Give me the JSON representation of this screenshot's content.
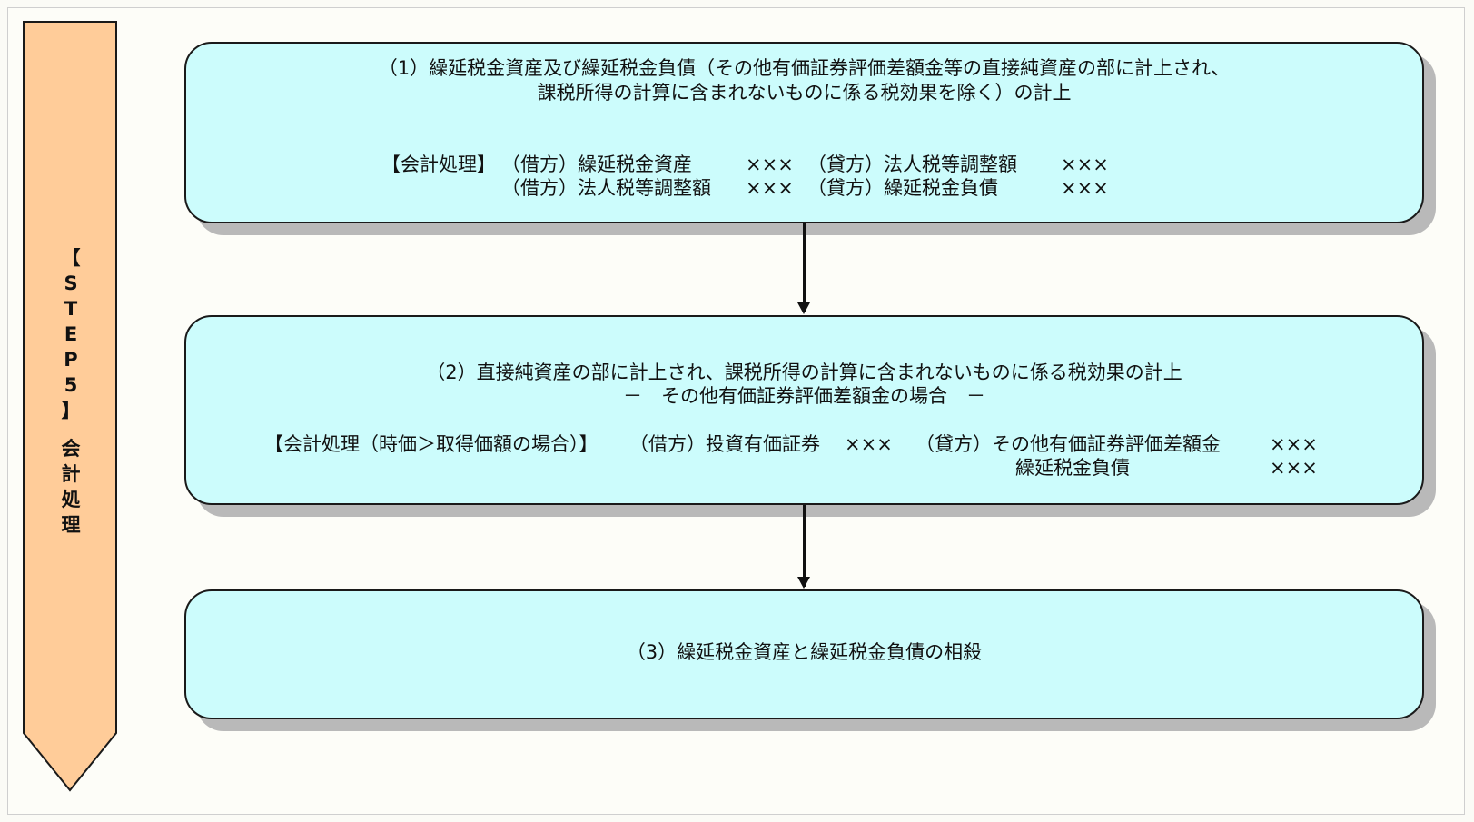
{
  "colors": {
    "step_fill": "#ffcc99",
    "box_fill": "#ccfcfc",
    "border": "#1a1a1a",
    "shadow": "#b9b9b9"
  },
  "step": {
    "chars": [
      "【",
      "S",
      "T",
      "E",
      "P",
      "5",
      "】"
    ],
    "label_chars": [
      "会",
      "計",
      "処",
      "理"
    ]
  },
  "box1": {
    "title_line1": "（1）繰延税金資産及び繰延税金負債（その他有価証券評価差額金等の直接純資産の部に計上され、",
    "title_line2": "課税所得の計算に含まれないものに係る税効果を除く）の計上",
    "entry_label": "【会計処理】",
    "rows": [
      {
        "debit": "（借方）繰延税金資産",
        "debit_amount": "×××",
        "credit": "（貸方）法人税等調整額",
        "credit_amount": "×××"
      },
      {
        "debit": "（借方）法人税等調整額",
        "debit_amount": "×××",
        "credit": "（貸方）繰延税金負債",
        "credit_amount": "×××"
      }
    ]
  },
  "box2": {
    "title_line1": "（2）直接純資産の部に計上され、課税所得の計算に含まれないものに係る税効果の計上",
    "title_line2": "－　その他有価証券評価差額金の場合　－",
    "entry_label": "【会計処理（時価＞取得価額の場合）】",
    "debit": "（借方）投資有価証券",
    "debit_amount": "×××",
    "credit": "（貸方）その他有価証券評価差額金",
    "credit_amount": "×××",
    "credit2": "繰延税金負債",
    "credit2_amount": "×××"
  },
  "box3": {
    "title": "（3）繰延税金資産と繰延税金負債の相殺"
  }
}
